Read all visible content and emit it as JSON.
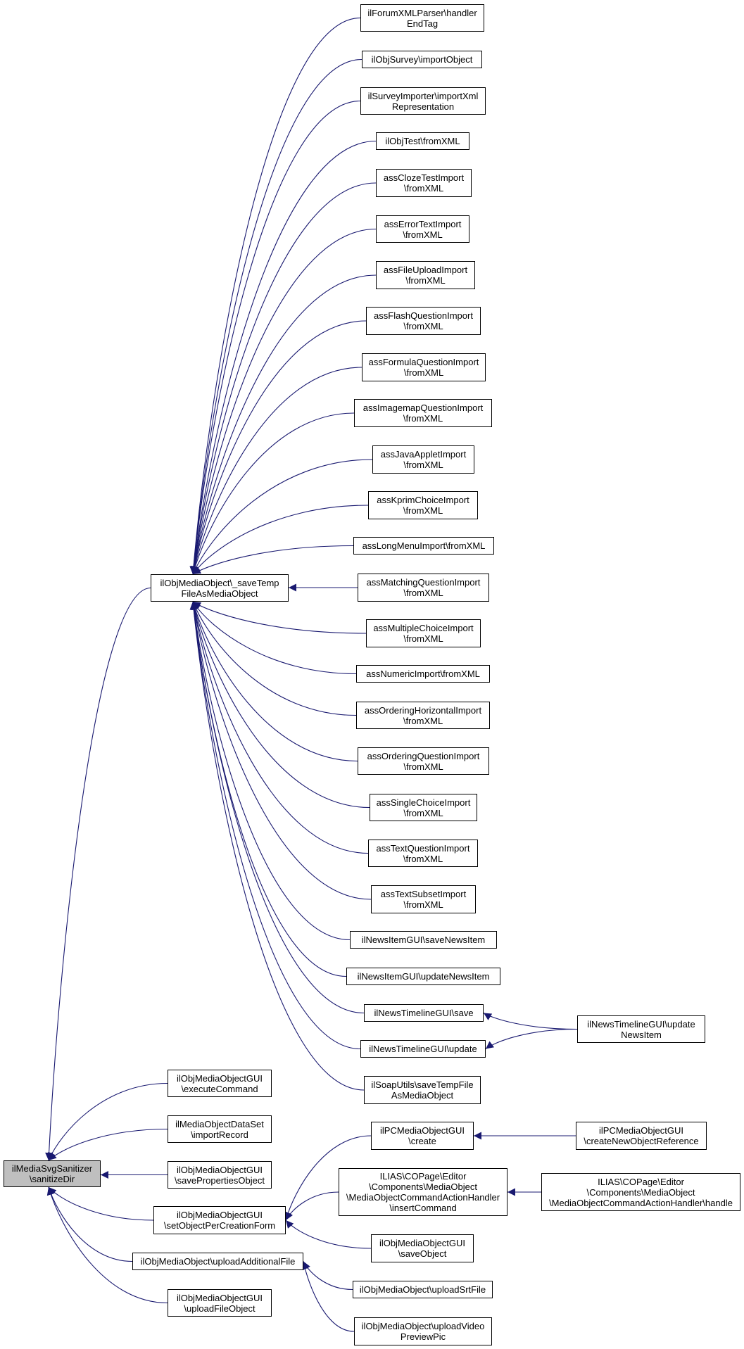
{
  "colors": {
    "edge": "#191970",
    "focus_fill": "#bfbfbf",
    "border": "#000000"
  },
  "nodes": {
    "sanitize": {
      "lines": [
        "ilMediaSvgSanitizer",
        "\\sanitizeDir"
      ]
    },
    "saveTemp": {
      "lines": [
        "ilObjMediaObject\\_saveTemp",
        "FileAsMediaObject"
      ]
    },
    "forumxml": {
      "lines": [
        "ilForumXMLParser\\handler",
        "EndTag"
      ]
    },
    "objsurvey": {
      "lines": [
        "ilObjSurvey\\importObject"
      ]
    },
    "surveyimp": {
      "lines": [
        "ilSurveyImporter\\importXml",
        "Representation"
      ]
    },
    "objtest": {
      "lines": [
        "ilObjTest\\fromXML"
      ]
    },
    "cloze": {
      "lines": [
        "assClozeTestImport",
        "\\fromXML"
      ]
    },
    "errortext": {
      "lines": [
        "assErrorTextImport",
        "\\fromXML"
      ]
    },
    "fileupload": {
      "lines": [
        "assFileUploadImport",
        "\\fromXML"
      ]
    },
    "flash": {
      "lines": [
        "assFlashQuestionImport",
        "\\fromXML"
      ]
    },
    "formula": {
      "lines": [
        "assFormulaQuestionImport",
        "\\fromXML"
      ]
    },
    "imagemap": {
      "lines": [
        "assImagemapQuestionImport",
        "\\fromXML"
      ]
    },
    "javaapplet": {
      "lines": [
        "assJavaAppletImport",
        "\\fromXML"
      ]
    },
    "kprim": {
      "lines": [
        "assKprimChoiceImport",
        "\\fromXML"
      ]
    },
    "longmenu": {
      "lines": [
        "assLongMenuImport\\fromXML"
      ]
    },
    "matching": {
      "lines": [
        "assMatchingQuestionImport",
        "\\fromXML"
      ]
    },
    "multiple": {
      "lines": [
        "assMultipleChoiceImport",
        "\\fromXML"
      ]
    },
    "numeric": {
      "lines": [
        "assNumericImport\\fromXML"
      ]
    },
    "orderhoriz": {
      "lines": [
        "assOrderingHorizontalImport",
        "\\fromXML"
      ]
    },
    "orderq": {
      "lines": [
        "assOrderingQuestionImport",
        "\\fromXML"
      ]
    },
    "single": {
      "lines": [
        "assSingleChoiceImport",
        "\\fromXML"
      ]
    },
    "textq": {
      "lines": [
        "assTextQuestionImport",
        "\\fromXML"
      ]
    },
    "textsubset": {
      "lines": [
        "assTextSubsetImport",
        "\\fromXML"
      ]
    },
    "newssave": {
      "lines": [
        "ilNewsItemGUI\\saveNewsItem"
      ]
    },
    "newsupdate": {
      "lines": [
        "ilNewsItemGUI\\updateNewsItem"
      ]
    },
    "tlsave": {
      "lines": [
        "ilNewsTimelineGUI\\save"
      ]
    },
    "tlupdate": {
      "lines": [
        "ilNewsTimelineGUI\\update"
      ]
    },
    "tlupdnews": {
      "lines": [
        "ilNewsTimelineGUI\\update",
        "NewsItem"
      ]
    },
    "soap": {
      "lines": [
        "ilSoapUtils\\saveTempFile",
        "AsMediaObject"
      ]
    },
    "execcmd": {
      "lines": [
        "ilObjMediaObjectGUI",
        "\\executeCommand"
      ]
    },
    "dataset": {
      "lines": [
        "ilMediaObjectDataSet",
        "\\importRecord"
      ]
    },
    "saveprops": {
      "lines": [
        "ilObjMediaObjectGUI",
        "\\savePropertiesObject"
      ]
    },
    "setperform": {
      "lines": [
        "ilObjMediaObjectGUI",
        "\\setObjectPerCreationForm"
      ]
    },
    "uploadadd": {
      "lines": [
        "ilObjMediaObject\\uploadAdditionalFile"
      ]
    },
    "uploadfile": {
      "lines": [
        "ilObjMediaObjectGUI",
        "\\uploadFileObject"
      ]
    },
    "pccreate": {
      "lines": [
        "ilPCMediaObjectGUI",
        "\\create"
      ]
    },
    "insertcmd": {
      "lines": [
        "ILIAS\\COPage\\Editor",
        "\\Components\\MediaObject",
        "\\MediaObjectCommandActionHandler",
        "\\insertCommand"
      ]
    },
    "saveobj": {
      "lines": [
        "ilObjMediaObjectGUI",
        "\\saveObject"
      ]
    },
    "pcnewref": {
      "lines": [
        "ilPCMediaObjectGUI",
        "\\createNewObjectReference"
      ]
    },
    "handle": {
      "lines": [
        "ILIAS\\COPage\\Editor",
        "\\Components\\MediaObject",
        "\\MediaObjectCommandActionHandler\\handle"
      ]
    },
    "uploadsrt": {
      "lines": [
        "ilObjMediaObject\\uploadSrtFile"
      ]
    },
    "uploadvid": {
      "lines": [
        "ilObjMediaObject\\uploadVideo",
        "PreviewPic"
      ]
    }
  },
  "edges": [
    [
      "saveTemp",
      "sanitize"
    ],
    [
      "execcmd",
      "sanitize"
    ],
    [
      "dataset",
      "sanitize"
    ],
    [
      "saveprops",
      "sanitize"
    ],
    [
      "setperform",
      "sanitize"
    ],
    [
      "uploadadd",
      "sanitize"
    ],
    [
      "uploadfile",
      "sanitize"
    ],
    [
      "forumxml",
      "saveTemp"
    ],
    [
      "objsurvey",
      "saveTemp"
    ],
    [
      "surveyimp",
      "saveTemp"
    ],
    [
      "objtest",
      "saveTemp"
    ],
    [
      "cloze",
      "saveTemp"
    ],
    [
      "errortext",
      "saveTemp"
    ],
    [
      "fileupload",
      "saveTemp"
    ],
    [
      "flash",
      "saveTemp"
    ],
    [
      "formula",
      "saveTemp"
    ],
    [
      "imagemap",
      "saveTemp"
    ],
    [
      "javaapplet",
      "saveTemp"
    ],
    [
      "kprim",
      "saveTemp"
    ],
    [
      "longmenu",
      "saveTemp"
    ],
    [
      "matching",
      "saveTemp"
    ],
    [
      "multiple",
      "saveTemp"
    ],
    [
      "numeric",
      "saveTemp"
    ],
    [
      "orderhoriz",
      "saveTemp"
    ],
    [
      "orderq",
      "saveTemp"
    ],
    [
      "single",
      "saveTemp"
    ],
    [
      "textq",
      "saveTemp"
    ],
    [
      "textsubset",
      "saveTemp"
    ],
    [
      "newssave",
      "saveTemp"
    ],
    [
      "newsupdate",
      "saveTemp"
    ],
    [
      "tlsave",
      "saveTemp"
    ],
    [
      "tlupdate",
      "saveTemp"
    ],
    [
      "soap",
      "saveTemp"
    ],
    [
      "tlupdnews",
      "tlsave"
    ],
    [
      "tlupdnews",
      "tlupdate"
    ],
    [
      "pccreate",
      "setperform"
    ],
    [
      "insertcmd",
      "setperform"
    ],
    [
      "saveobj",
      "setperform"
    ],
    [
      "pcnewref",
      "pccreate"
    ],
    [
      "handle",
      "insertcmd"
    ],
    [
      "uploadsrt",
      "uploadadd"
    ],
    [
      "uploadvid",
      "uploadadd"
    ]
  ]
}
